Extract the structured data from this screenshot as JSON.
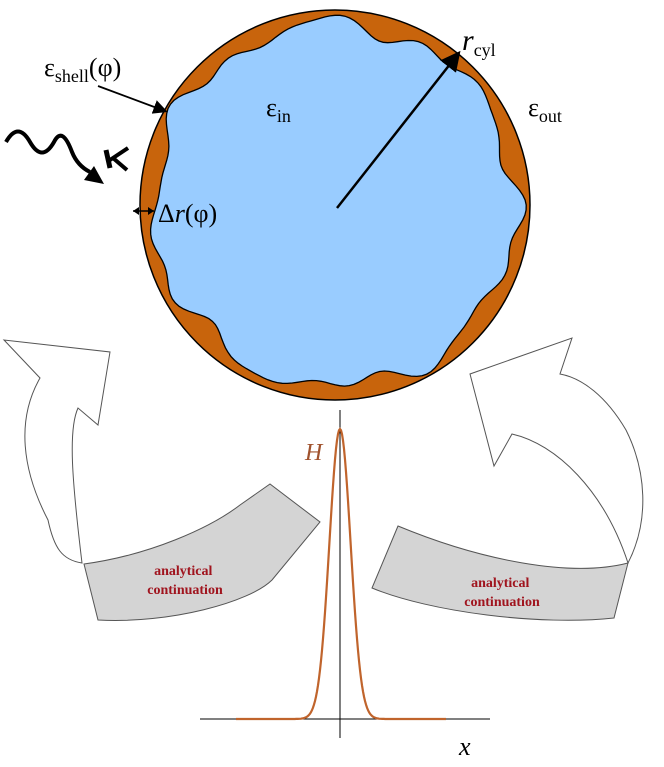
{
  "labels": {
    "eps_shell_main": "ε",
    "eps_shell_sub": "shell",
    "eps_shell_arg": "(φ)",
    "eps_in_main": "ε",
    "eps_in_sub": "in",
    "eps_out_main": "ε",
    "eps_out_sub": "out",
    "r_cyl_main": "r",
    "r_cyl_sub": "cyl",
    "delta_r": "Δ",
    "delta_r_var": "r",
    "delta_r_arg": "(φ)",
    "wave_vector": "k",
    "h_label": "H",
    "x_label": "x"
  },
  "annotations": {
    "left": [
      "analytical",
      "continuation"
    ],
    "right": [
      "analytical",
      "continuation"
    ]
  },
  "colors": {
    "shell": "#c8640c",
    "interior": "#99ccff",
    "curve": "#c0642c",
    "annotation_text": "#a0141e",
    "band_fill": "#d4d4d4"
  }
}
